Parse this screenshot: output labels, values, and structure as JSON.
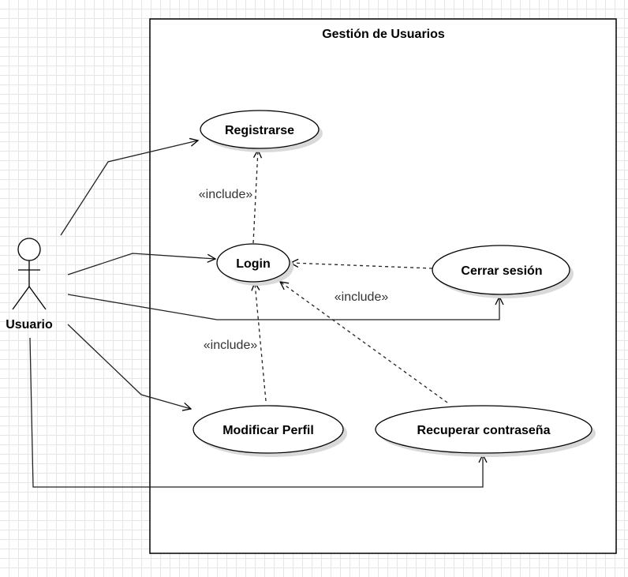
{
  "system": {
    "title": "Gestión de Usuarios"
  },
  "actor": {
    "name": "Usuario"
  },
  "use_cases": {
    "registrarse": "Registrarse",
    "login": "Login",
    "cerrar_sesion": "Cerrar sesión",
    "modificar_perfil": "Modificar Perfil",
    "recuperar_contrasena": "Recuperar contraseña"
  },
  "relations": {
    "include_registrarse": "«include»",
    "include_cerrar": "«include»",
    "include_modificar": "«include»"
  },
  "colors": {
    "stroke": "#000000",
    "shadow": "#d9d9d9",
    "grid": "#e6e6e6"
  }
}
